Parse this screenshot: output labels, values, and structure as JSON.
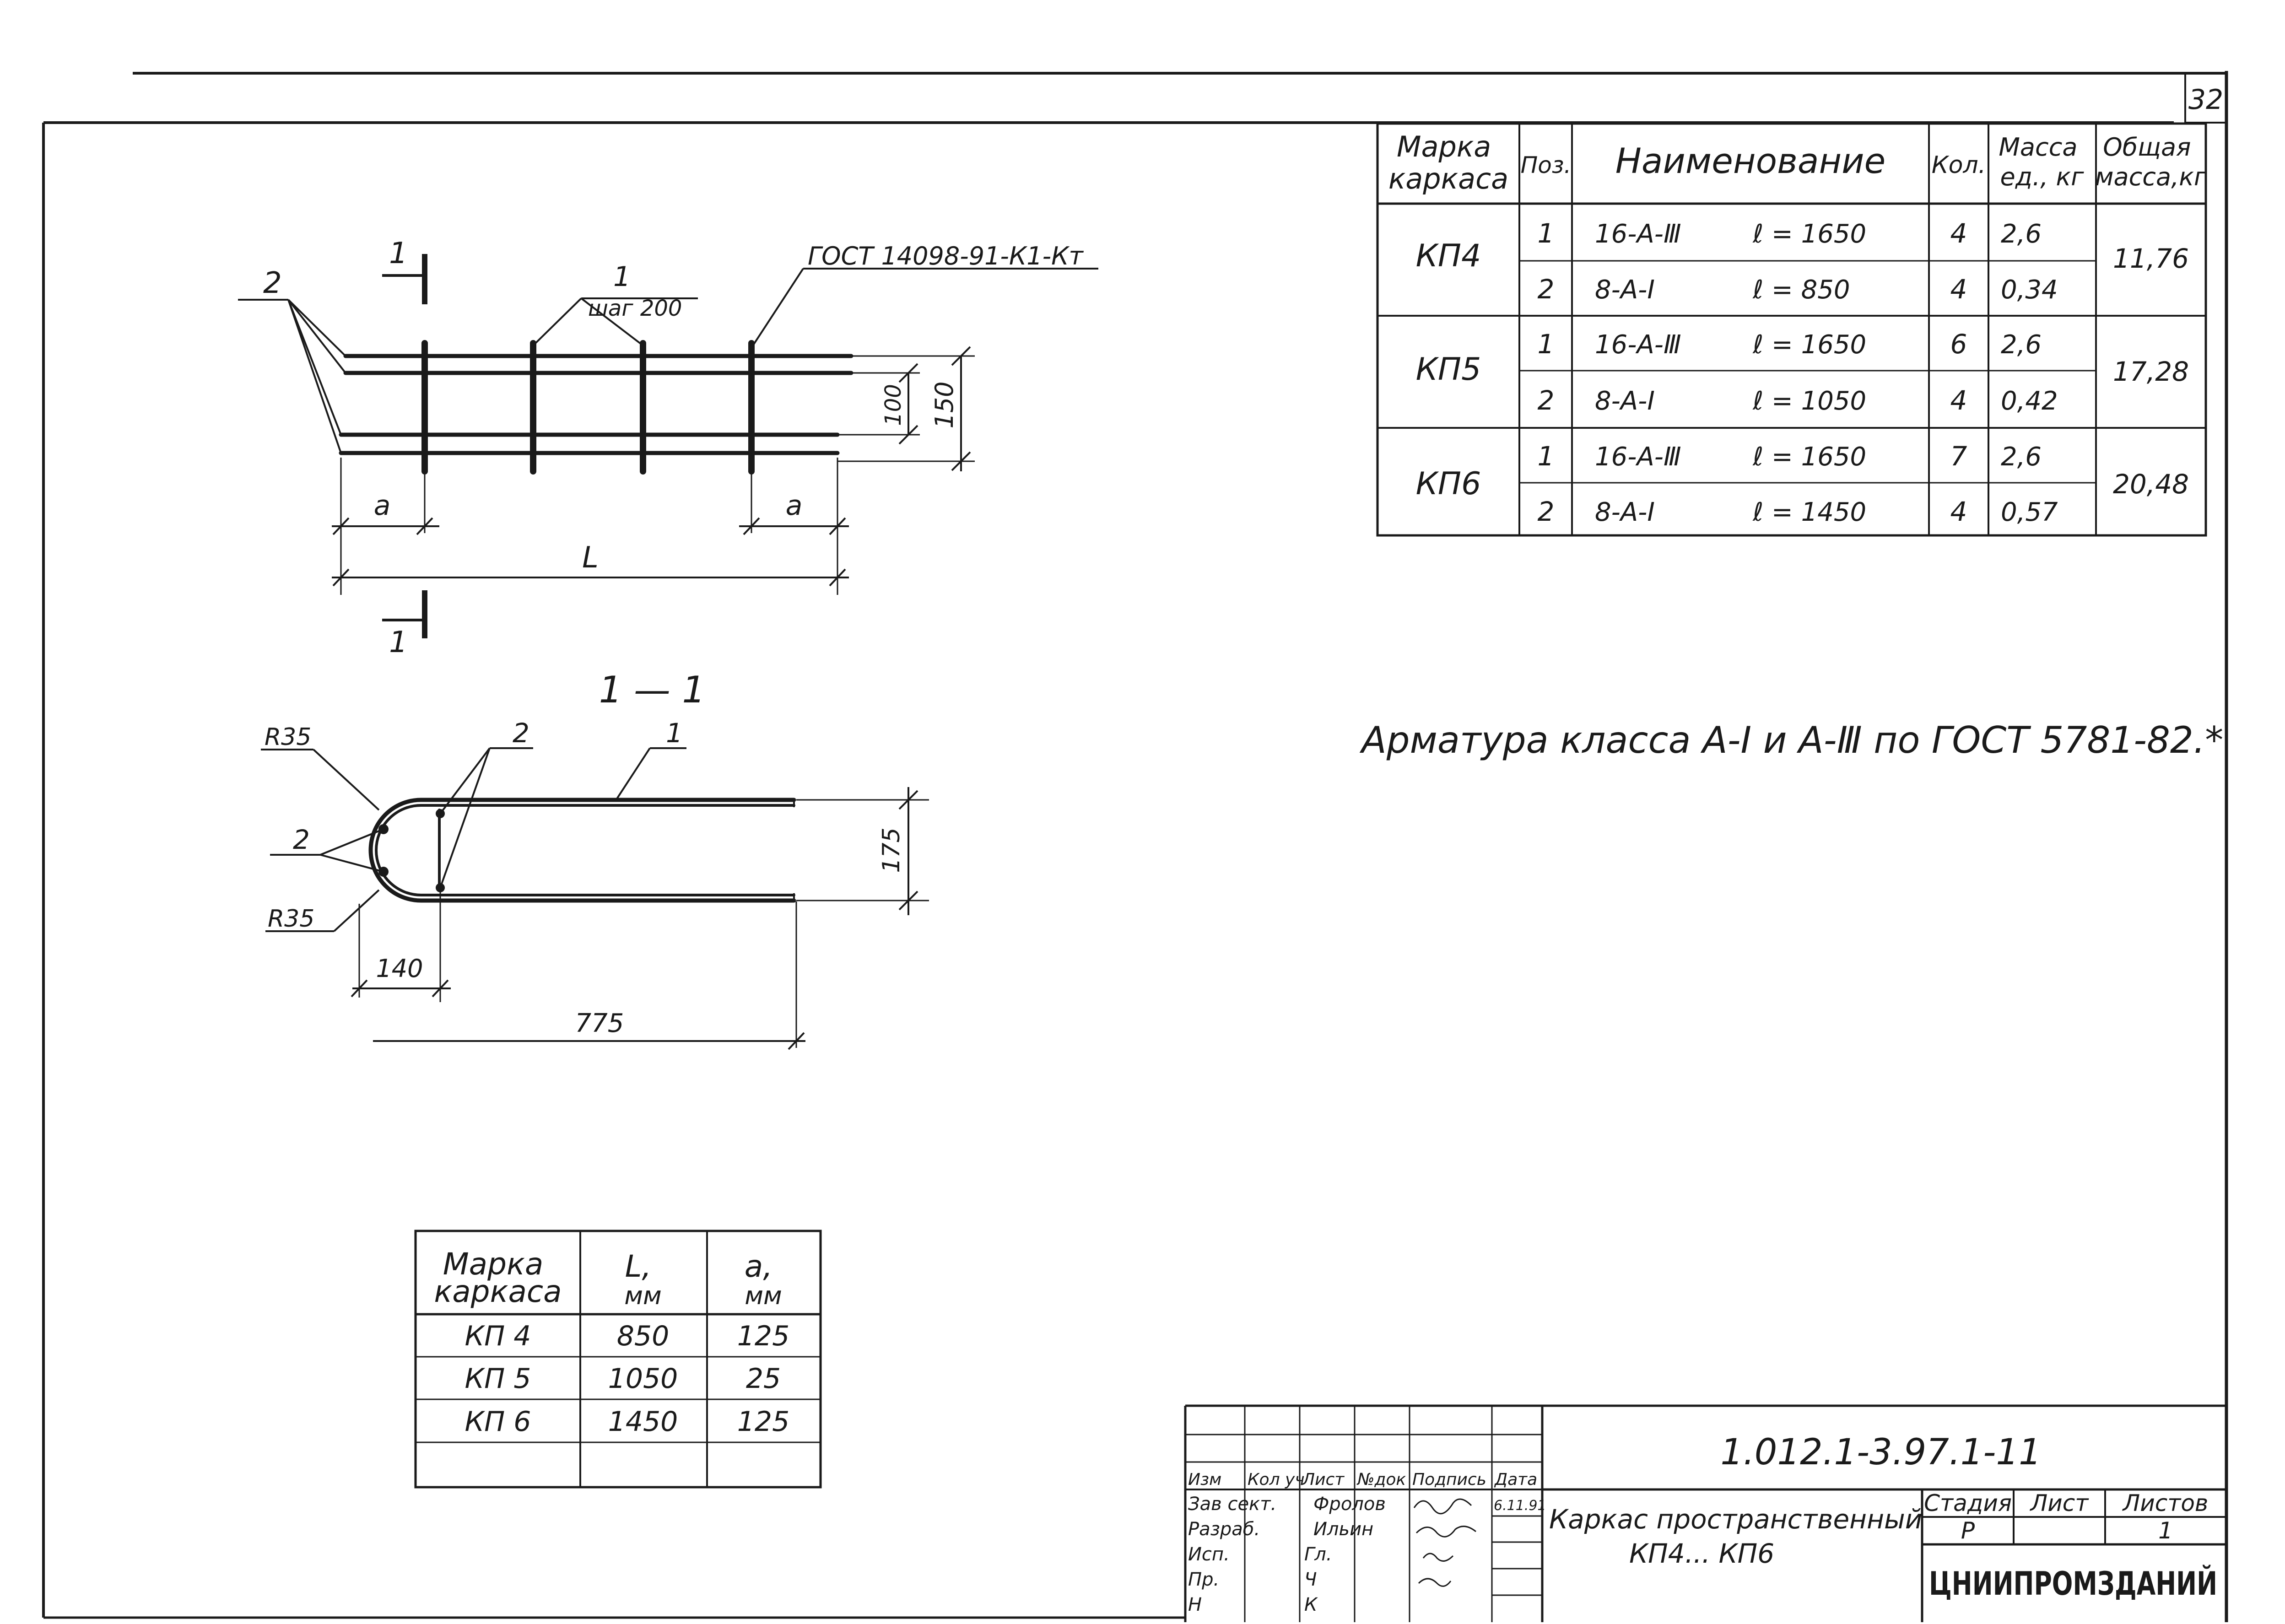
{
  "sheet_number": "32",
  "spec_table": {
    "headers": {
      "mark": [
        "Марка",
        "каркаса"
      ],
      "pos": "Поз.",
      "name": "Наименование",
      "qty": "Кол.",
      "unit_mass": [
        "Масса",
        "ед., кг"
      ],
      "total_mass": [
        "Общая",
        "масса,кг"
      ]
    },
    "groups": [
      {
        "mark": "КП4",
        "total": "11,76",
        "rows": [
          {
            "pos": "1",
            "item": "16-А-Ⅲ",
            "length": "ℓ = 1650",
            "qty": "4",
            "mass": "2,6"
          },
          {
            "pos": "2",
            "item": "8-А-Ⅰ",
            "length": "ℓ = 850",
            "qty": "4",
            "mass": "0,34"
          }
        ]
      },
      {
        "mark": "КП5",
        "total": "17,28",
        "rows": [
          {
            "pos": "1",
            "item": "16-А-Ⅲ",
            "length": "ℓ = 1650",
            "qty": "6",
            "mass": "2,6"
          },
          {
            "pos": "2",
            "item": "8-А-Ⅰ",
            "length": "ℓ = 1050",
            "qty": "4",
            "mass": "0,42"
          }
        ]
      },
      {
        "mark": "КП6",
        "total": "20,48",
        "rows": [
          {
            "pos": "1",
            "item": "16-А-Ⅲ",
            "length": "ℓ = 1650",
            "qty": "7",
            "mass": "2,6"
          },
          {
            "pos": "2",
            "item": "8-А-Ⅰ",
            "length": "ℓ = 1450",
            "qty": "4",
            "mass": "0,57"
          }
        ]
      }
    ]
  },
  "note": "Арматура класса А-Ⅰ и А-Ⅲ по ГОСТ 5781-82.*",
  "plan_view": {
    "section_mark": "1",
    "leader_callout": "ГОСТ 14098-91-К1-Кт",
    "pos_main": "2",
    "pos_cross": "1",
    "pitch": "шаг 200",
    "dim_inner": "100",
    "dim_outer": "150",
    "dim_a": "a",
    "dim_L": "L"
  },
  "section_view": {
    "title": "1 — 1",
    "radius": "R35",
    "pos_bars": "2",
    "pos_cross": "1",
    "dim_height": "175",
    "dim_140": "140",
    "dim_775": "775"
  },
  "la_table": {
    "headers": {
      "mark": [
        "Марка",
        "каркаса"
      ],
      "L": [
        "L,",
        "мм"
      ],
      "a": [
        "a,",
        "мм"
      ]
    },
    "rows": [
      {
        "mark": "КП 4",
        "L": "850",
        "a": "125"
      },
      {
        "mark": "КП 5",
        "L": "1050",
        "a": "25"
      },
      {
        "mark": "КП 6",
        "L": "1450",
        "a": "125"
      }
    ]
  },
  "title_block": {
    "code": "1.012.1-3.97.1-11",
    "cols": [
      "Изм",
      "Кол уч",
      "Лист",
      "№док",
      "Подпись",
      "Дата"
    ],
    "rows": [
      {
        "role": "Зав сект.",
        "name": "Фролов",
        "date": "6.11.91"
      },
      {
        "role": "Разраб.",
        "name": "Ильин",
        "date": ""
      },
      {
        "role": "Исп.",
        "name": "Гл.",
        "date": ""
      },
      {
        "role": "Пр.",
        "name": "Ч",
        "date": ""
      },
      {
        "role": "Н",
        "name": "К",
        "date": ""
      }
    ],
    "title_line1": "Каркас пространственный",
    "title_line2": "КП4... КП6",
    "stage_header": "Стадия",
    "sheet_header": "Лист",
    "sheets_header": "Листов",
    "stage": "Р",
    "sheets": "1",
    "org": "ЦНИИПРОМЗДАНИЙ"
  }
}
